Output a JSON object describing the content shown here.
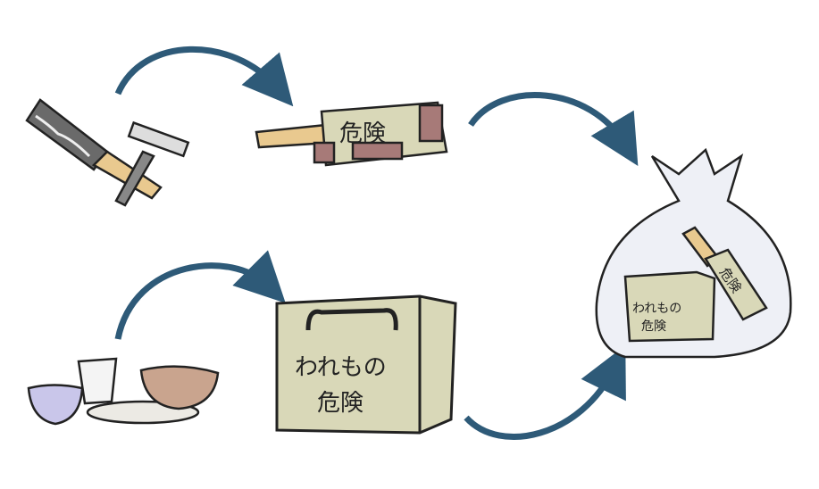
{
  "labels": {
    "wrapped_blade": "危険",
    "box_line1": "われもの",
    "box_line2": "危険",
    "bag_box_line1": "われもの",
    "bag_box_line2": "危険",
    "bag_blade": "危険"
  },
  "colors": {
    "arrow": "#2e5a78",
    "paper": "#d9d8b8",
    "tape": "#a77a78",
    "wood": "#e9c98f",
    "bag": "#eef0f6",
    "outline": "#222222"
  }
}
